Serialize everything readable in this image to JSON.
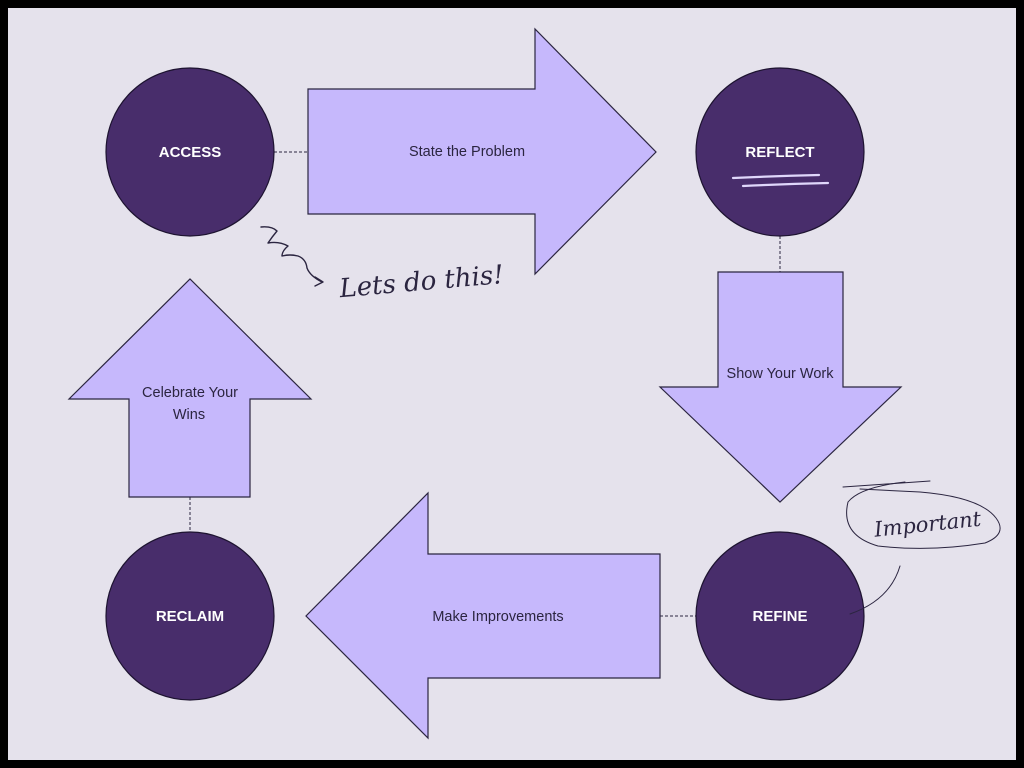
{
  "diagram": {
    "title": "Cycle diagram",
    "colors": {
      "background": "#e5e2ec",
      "frame": "#000000",
      "node_fill": "#482d6b",
      "arrow_fill": "#c6b8fc",
      "text_dark": "#2b2540",
      "text_light": "#ffffff"
    },
    "nodes": [
      {
        "id": "access",
        "label": "ACCESS"
      },
      {
        "id": "reflect",
        "label": "REFLECT"
      },
      {
        "id": "refine",
        "label": "REFINE"
      },
      {
        "id": "reclaim",
        "label": "RECLAIM"
      }
    ],
    "arrows": [
      {
        "id": "state-problem",
        "label": "State the Problem",
        "direction": "right",
        "from": "access",
        "to": "reflect"
      },
      {
        "id": "show-work",
        "label": "Show Your Work",
        "direction": "down",
        "from": "reflect",
        "to": "refine"
      },
      {
        "id": "make-improvements",
        "label": "Make Improvements",
        "direction": "left",
        "from": "refine",
        "to": "reclaim"
      },
      {
        "id": "celebrate-wins",
        "label_line1": "Celebrate Your",
        "label_line2": "Wins",
        "direction": "up",
        "from": "reclaim",
        "to": "access"
      }
    ],
    "annotations": {
      "lets_do_this": "Lets do this!",
      "important": "Important"
    }
  }
}
